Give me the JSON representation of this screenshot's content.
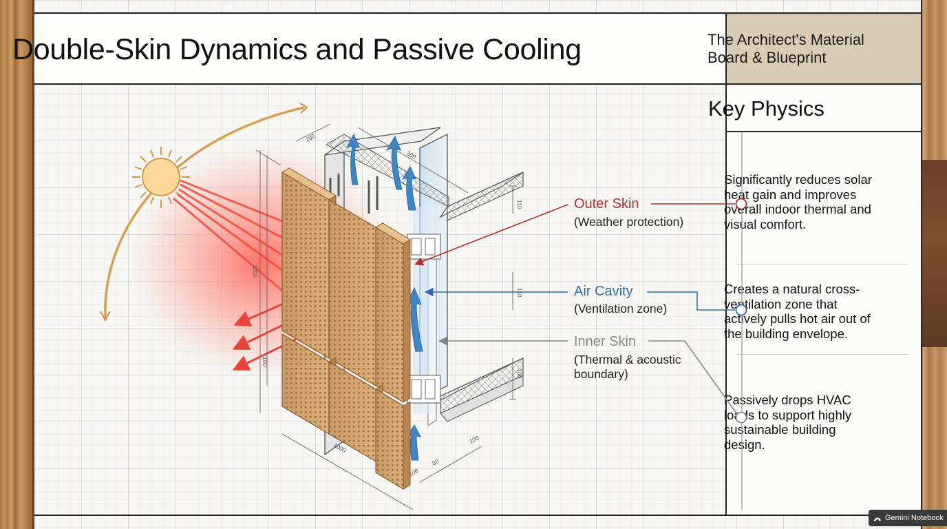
{
  "header": {
    "title": "Double-Skin Dynamics and Passive Cooling",
    "brand": "The Architect's Material Board & Blueprint"
  },
  "sidebar": {
    "heading": "Key Physics",
    "points": [
      "Significantly reduces solar heat gain and improves overall indoor thermal and visual comfort.",
      "Creates a natural cross-ventilation zone that actively pulls hot air out of the building envelope.",
      "Passively drops HVAC loads to support highly sustainable building design."
    ]
  },
  "callouts": {
    "outer": {
      "label": "Outer Skin",
      "sub": "(Weather protection)",
      "color": "#b5302a"
    },
    "cavity": {
      "label": "Air Cavity",
      "sub": "(Ventilation zone)",
      "color": "#2f6fa6"
    },
    "inner": {
      "label": "Inner Skin",
      "sub": "(Thermal & acoustic boundary)",
      "color": "#8a8a8a"
    }
  },
  "dimensions": [
    "200",
    "300",
    "110",
    "1200",
    "110",
    "100",
    "100",
    "1000",
    "100",
    "100",
    "30"
  ],
  "watermark": "Gemini Notebook",
  "icons": [
    "sun-icon",
    "heat-arrow-icon",
    "airflow-arrow-icon",
    "callout-node-icon",
    "gemini-icon"
  ]
}
